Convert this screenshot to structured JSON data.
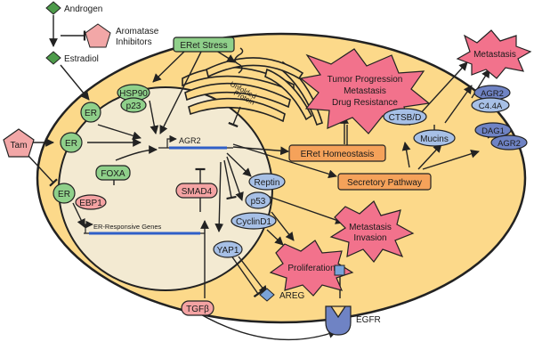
{
  "colors": {
    "cell": "#fcd98a",
    "nucleus": "#f3ead2",
    "green": "#8fd08a",
    "blue": "#a7c0e6",
    "dark_blue": "#6f83c4",
    "pink": "#f4a3a3",
    "red_burst": "#f2728c",
    "orange": "#f5a25a"
  },
  "labels": {
    "androgen": "Androgen",
    "aromatase_1": "Aromatase",
    "aromatase_2": "Inhibitors",
    "estradiol": "Estradiol",
    "eret_stress": "ERet Stress",
    "unfolded_1": "Unfolded",
    "unfolded_2": "Protein",
    "tumor_1": "Tumor Progression",
    "tumor_2": "Metastasis",
    "tumor_3": "Drug Resistance",
    "metastasis_top": "Metastasis",
    "hsp90": "HSP90",
    "p23": "p23",
    "er_top": "ER",
    "tam": "Tam",
    "er_mid": "ER",
    "er_low": "ER",
    "agr2": "AGR2",
    "foxa": "FOXA",
    "ebp1": "EBP1",
    "smad4": "SMAD4",
    "er_genes": "ER-Responsive Genes",
    "eret_homeostasis": "ERet Homeostasis",
    "secretory": "Secretory Pathway",
    "cstb": "CTSB/D",
    "mucins": "Mucins",
    "agr2_r1": "AGR2",
    "c44a": "C4.4A",
    "dag1": "DAG1",
    "agr2_r2": "AGR2",
    "reptin": "Reptin",
    "p53": "p53",
    "cyclind1": "CyclinD1",
    "yap1": "YAP1",
    "met_inv_1": "Metastasis",
    "met_inv_2": "Invasion",
    "proliferation": "Proliferation",
    "areg": "AREG",
    "tgfb": "TGFβ",
    "egfr": "EGFR"
  }
}
